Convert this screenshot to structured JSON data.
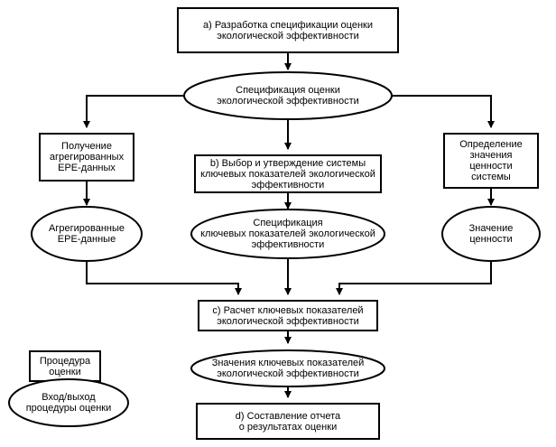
{
  "diagram": {
    "nodes": {
      "a_box": "a) Разработка спецификации оценки\nэкологической эффективности",
      "spec_oval": "Спецификация оценки\nэкологической эффективности",
      "left_box": "Получение\nагрегированных\nEPE-данных",
      "b_box": "b) Выбор и утверждение системы\nключевых показателей экологической\nэффективности",
      "right_box": "Определение\nзначения\nценности\nсистемы",
      "left_oval": "Агрегированные\nEPE-данные",
      "mid_oval": "Спецификация\nключевых показателей экологической\nэффективности",
      "right_oval": "Значение\nценности",
      "c_box": "c) Расчет ключевых показателей\nэкологической эффективности",
      "values_oval": "Значения ключевых показателей\nэкологической эффективности",
      "d_box": "d) Составление отчета\nо результатах оценки"
    },
    "legend": {
      "procedure": "Процедура\nоценки",
      "io": "Вход/выход\nпроцедуры оценки"
    }
  }
}
